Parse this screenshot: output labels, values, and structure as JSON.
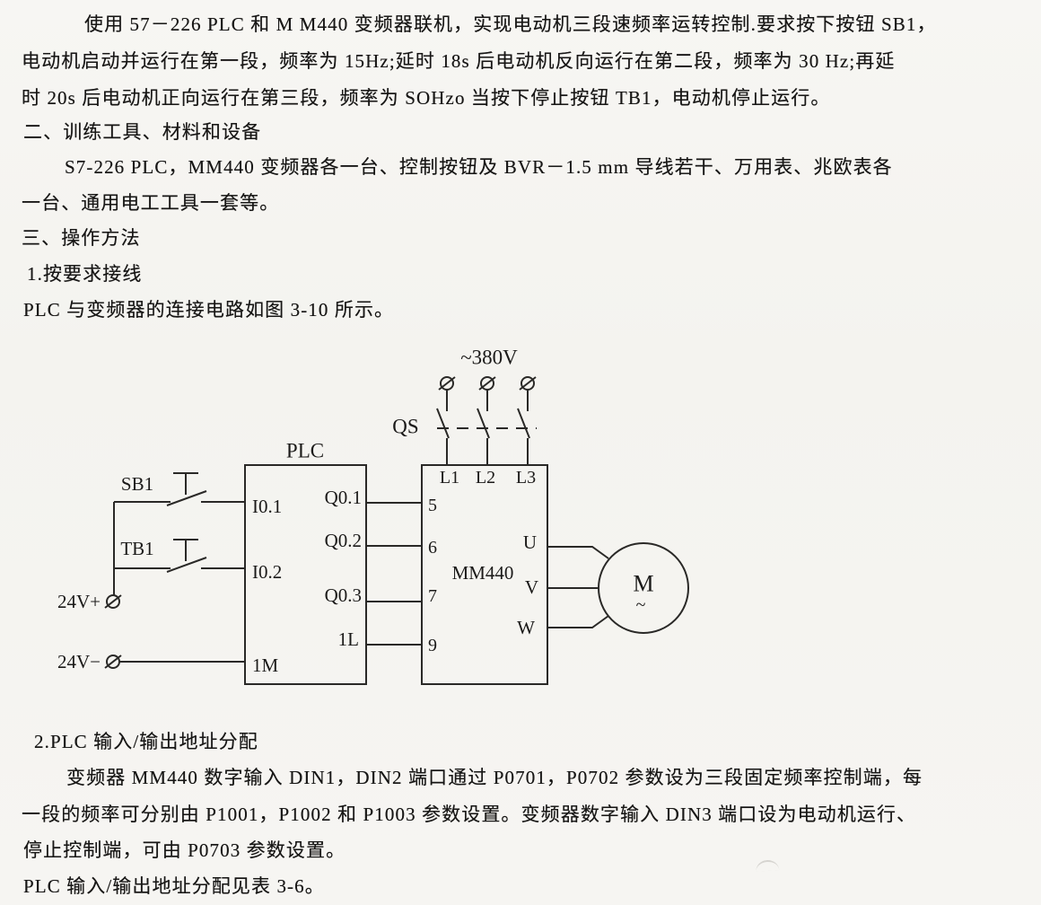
{
  "doc": {
    "lines": [
      "使用 57－226 PLC 和 M M440 变频器联机，实现电动机三段速频率运转控制.要求按下按钮 SB1，",
      "电动机启动并运行在第一段，频率为 15Hz;延时 18s 后电动机反向运行在第二段，频率为 30 Hz;再延",
      "时 20s 后电动机正向运行在第三段，频率为 SOHzo 当按下停止按钮 TB1，电动机停止运行。",
      "二、训练工具、材料和设备",
      "S7-226 PLC，MM440 变频器各一台、控制按钮及 BVR－1.5 mm 导线若干、万用表、兆欧表各",
      "一台、通用电工工具一套等。",
      "三、操作方法",
      "1.按要求接线",
      "PLC 与变频器的连接电路如图 3-10 所示。",
      "2.PLC 输入/输出地址分配",
      "变频器 MM440 数字输入 DIN1，DIN2 端口通过 P0701，P0702 参数设为三段固定频率控制端，每",
      "一段的频率可分别由 P1001，P1002 和 P1003 参数设置。变频器数字输入 DIN3 端口设为电动机运行、",
      "停止控制端，可由 P0703 参数设置。",
      "PLC 输入/输出地址分配见表 3-6。"
    ]
  },
  "diagram": {
    "power_label": "~380V",
    "breaker_label": "QS",
    "plc": {
      "title": "PLC",
      "input_pins": [
        "I0.1",
        "I0.2",
        "1M"
      ],
      "output_pins": [
        "Q0.1",
        "Q0.2",
        "Q0.3",
        "1L"
      ]
    },
    "inverter": {
      "title": "MM440",
      "line_pins": [
        "L1",
        "L2",
        "L3"
      ],
      "terminal_pins": [
        "5",
        "6",
        "7",
        "9"
      ],
      "output_pins": [
        "U",
        "V",
        "W"
      ]
    },
    "motor": {
      "label": "M",
      "tilde": "~"
    },
    "button_start": "SB1",
    "button_stop": "TB1",
    "supply_positive": "24V+",
    "supply_negative": "24V−",
    "ink_color": "#2a2927"
  }
}
